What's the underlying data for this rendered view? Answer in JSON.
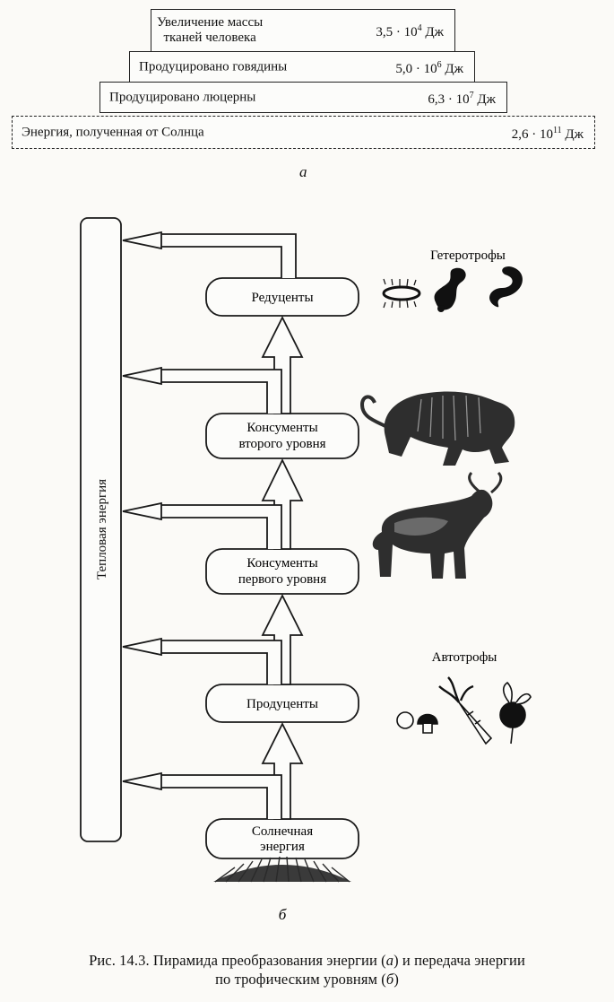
{
  "pyramid": {
    "tiers": [
      {
        "label_line1": "Увеличение массы",
        "label_line2": "тканей человека",
        "value": "3,5 · 10",
        "exp": "4",
        "unit": " Дж"
      },
      {
        "label": "Продуцировано говядины",
        "value": "5,0 · 10",
        "exp": "6",
        "unit": " Дж"
      },
      {
        "label": "Продуцировано люцерны",
        "value": "6,3 · 10",
        "exp": "7",
        "unit": " Дж"
      },
      {
        "label": "Энергия,  полученная от Солнца",
        "value": "2,6 · 10",
        "exp": "11",
        "unit": " Дж"
      }
    ],
    "sub_label": "а"
  },
  "flow": {
    "heat_label": "Тепловая энергия",
    "nodes": {
      "decomposers": "Редуценты",
      "consumers2_line1": "Консументы",
      "consumers2_line2": "второго уровня",
      "consumers1_line1": "Консументы",
      "consumers1_line2": "первого уровня",
      "producers": "Продуценты",
      "solar_line1": "Солнечная",
      "solar_line2": "энергия"
    },
    "heterotrophs_label": "Гетеротрофы",
    "autotrophs_label": "Автотрофы",
    "sub_label": "б"
  },
  "caption": {
    "line1_a": "Рис. 14.3. Пирамида преобразования энергии (",
    "line1_b": "а",
    "line1_c": ") и передача энергии",
    "line2_a": "по трофическим уровням (",
    "line2_b": "б",
    "line2_c": ")"
  },
  "icons": [
    "worm-icon",
    "leech-icon",
    "snake-icon",
    "tiger-icon",
    "wildebeest-icon",
    "mushroom-icon",
    "carrot-icon",
    "beet-icon"
  ]
}
